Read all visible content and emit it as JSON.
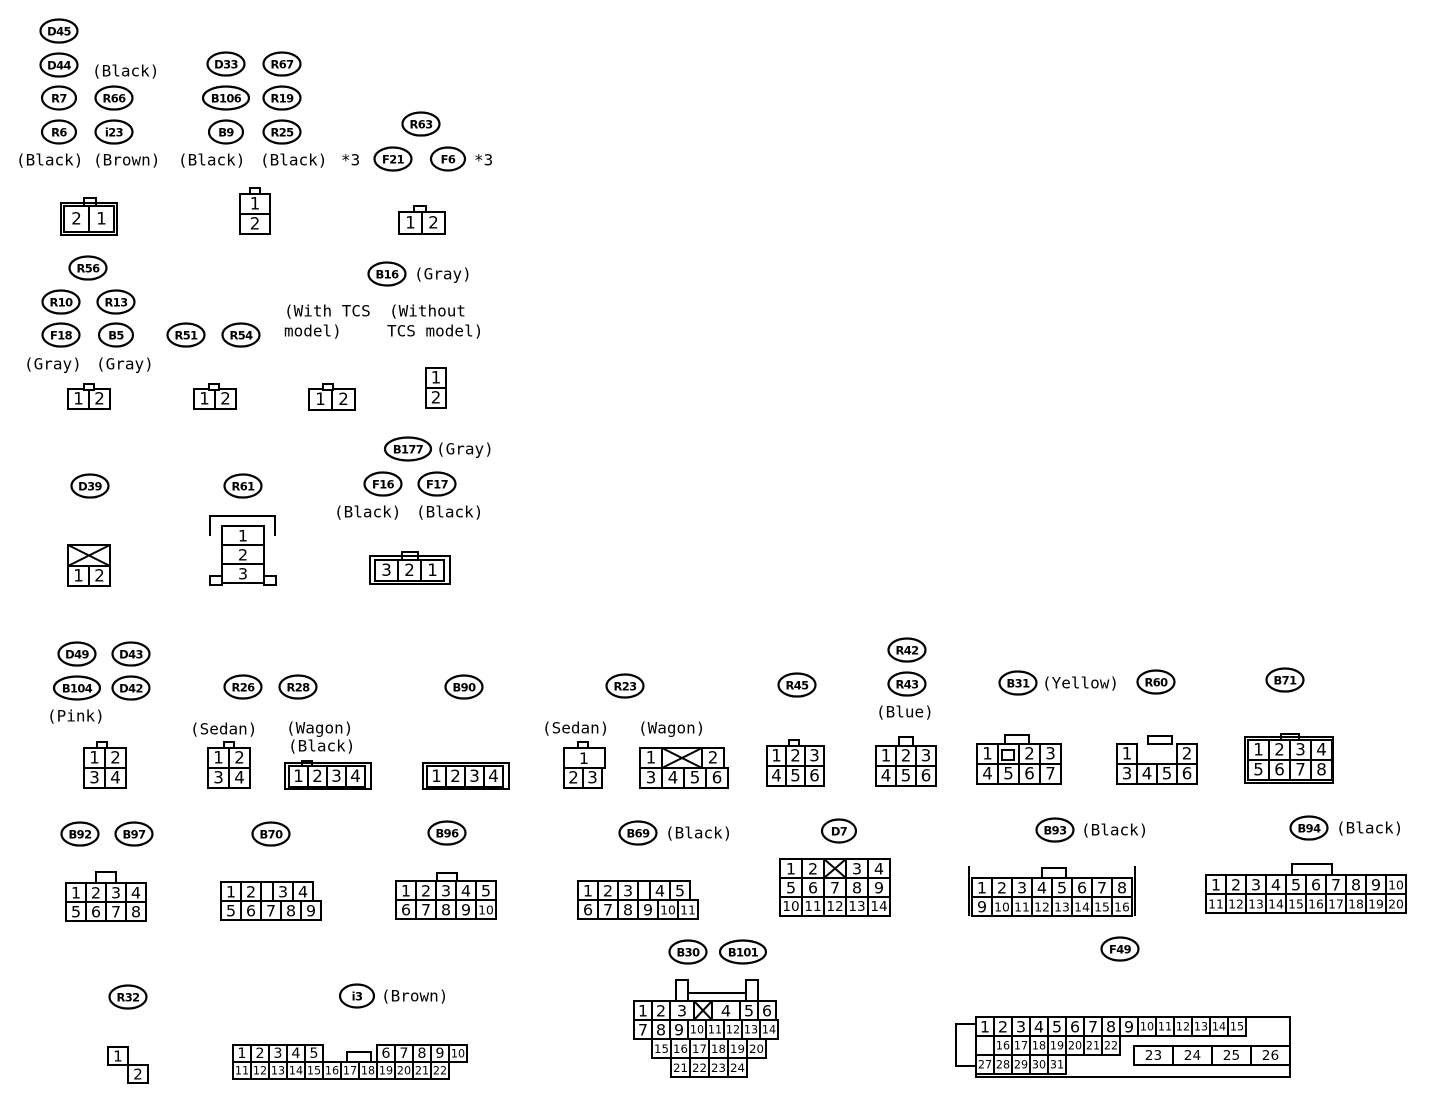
{
  "ovals": [
    "D45",
    "D44",
    "R7",
    "R66",
    "R6",
    "i23",
    "D33",
    "R67",
    "B106",
    "R19",
    "B9",
    "R25",
    "R63",
    "F21",
    "F6",
    "R56",
    "R10",
    "R13",
    "F18",
    "B5",
    "R51",
    "R54",
    "B16",
    "D39",
    "R61",
    "B177",
    "F16",
    "F17",
    "D49",
    "D43",
    "B104",
    "D42",
    "R26",
    "R28",
    "B90",
    "R23",
    "R45",
    "R42",
    "R43",
    "B31",
    "R60",
    "B71",
    "B92",
    "B97",
    "B70",
    "B96",
    "B69",
    "D7",
    "B93",
    "B94",
    "R32",
    "i3",
    "B30",
    "B101",
    "F49"
  ],
  "labels": [
    "(Black)",
    "(Black)",
    "(Brown)",
    "(Black)",
    "(Black)",
    "*3",
    "*3",
    "(Gray)",
    "(With TCS",
    "model)",
    "(Without",
    "TCS model)",
    "(Gray)",
    "(Gray)",
    "(Gray)",
    "(Black)",
    "(Black)",
    "(Pink)",
    "(Sedan)",
    "(Wagon)",
    "(Black)",
    "(Sedan)",
    "(Wagon)",
    "(Blue)",
    "(Yellow)",
    "(Black)",
    "(Black)",
    "(Black)",
    "(Brown)"
  ],
  "pins": [
    "1",
    "2",
    "3",
    "4",
    "5",
    "6",
    "7",
    "8",
    "9",
    "10",
    "11",
    "12",
    "13",
    "14",
    "15",
    "16",
    "17",
    "18",
    "19",
    "20",
    "21",
    "22",
    "23",
    "24",
    "25",
    "26",
    "27",
    "28",
    "29",
    "30",
    "31"
  ]
}
